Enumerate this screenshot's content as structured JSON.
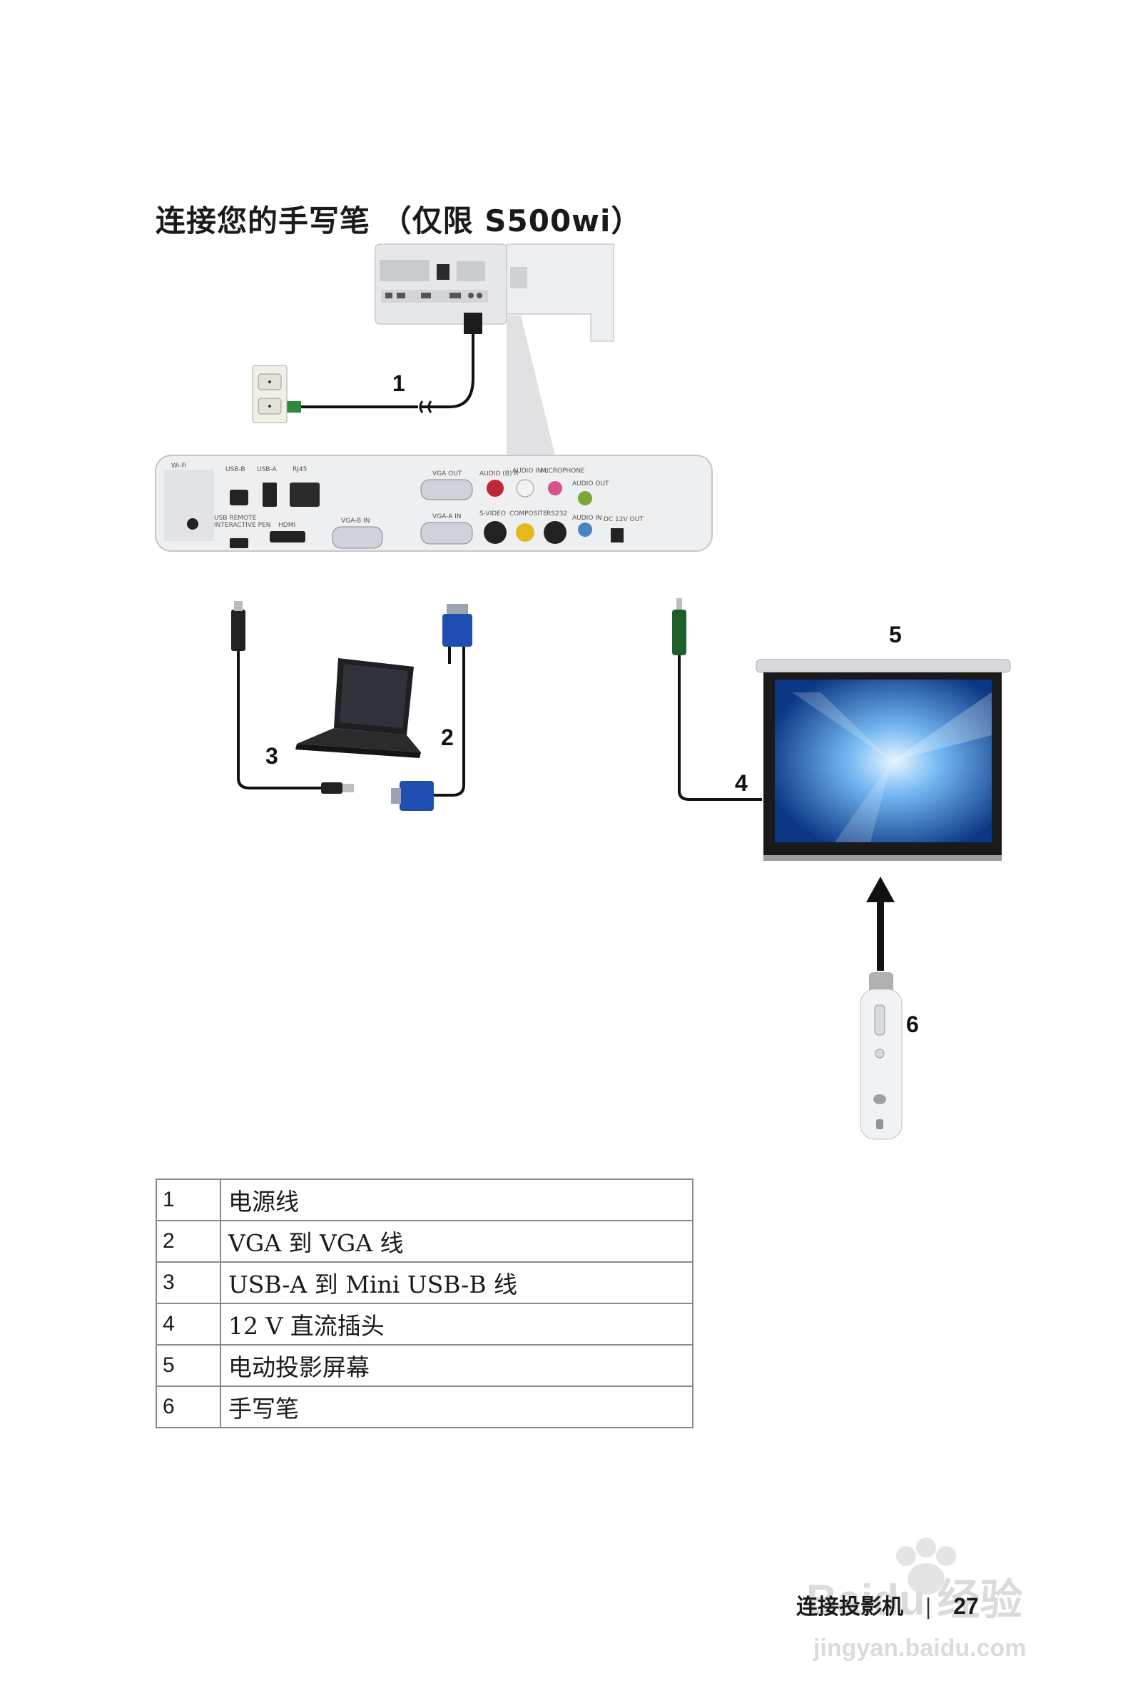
{
  "page": {
    "title": "连接您的手写笔 （仅限 S500wi）"
  },
  "diagram": {
    "callouts": [
      "1",
      "2",
      "3",
      "4",
      "5",
      "6"
    ],
    "panel_labels": {
      "wifi": "Wi-Fi",
      "usb_b": "USB-B",
      "usb_a": "USB-A",
      "rj45": "RJ45",
      "usb_remote": "USB REMOTE",
      "interactive_pen": "INTERACTIVE PEN",
      "hdmi": "HDMI",
      "vga_b_in": "VGA-B IN",
      "vga_out": "VGA OUT",
      "vga_a_in": "VGA-A IN",
      "audio_b": "AUDIO (B) R",
      "audio_in_l": "AUDIO IN-L",
      "microphone": "MICROPHONE",
      "s_video": "S-VIDEO",
      "composite": "COMPOSITE",
      "rs232": "RS232",
      "audio_out": "AUDIO OUT",
      "audio_in": "AUDIO IN",
      "dc_out": "DC 12V OUT"
    }
  },
  "legend": {
    "rows": [
      {
        "num": "1",
        "label": "电源线"
      },
      {
        "num": "2",
        "label": "VGA 到 VGA 线"
      },
      {
        "num": "3",
        "label": "USB-A 到 Mini USB-B 线"
      },
      {
        "num": "4",
        "label": "12 V 直流插头"
      },
      {
        "num": "5",
        "label": "电动投影屏幕"
      },
      {
        "num": "6",
        "label": "手写笔"
      }
    ]
  },
  "footer": {
    "section": "连接投影机",
    "separator": "|",
    "page_number": "27"
  },
  "watermark": {
    "brand": "Baidu 经验",
    "url": "jingyan.baidu.com"
  }
}
